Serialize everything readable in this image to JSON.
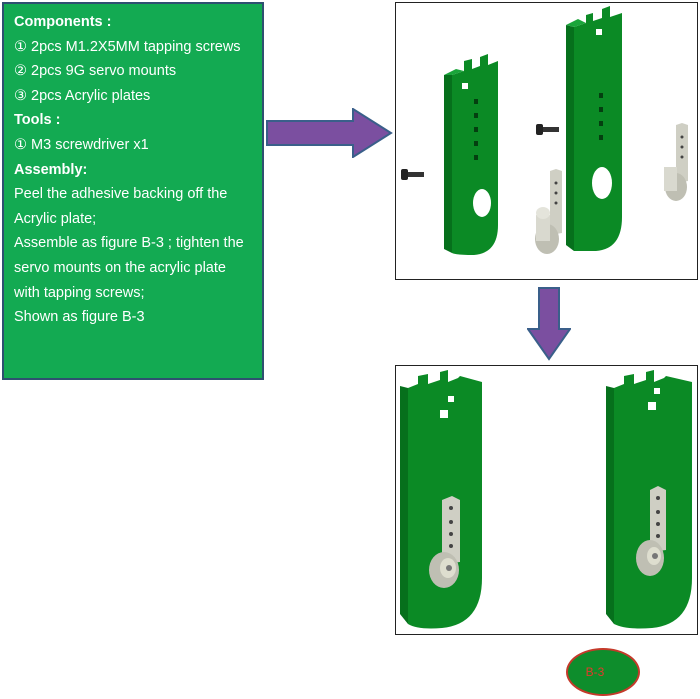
{
  "components_heading": "Components :",
  "components": [
    "①  2pcs M1.2X5MM tapping screws",
    "② 2pcs 9G servo mounts",
    "③ 2pcs Acrylic plates"
  ],
  "tools_heading": "Tools :",
  "tools": [
    "① M3 screwdriver x1"
  ],
  "assembly_heading": "Assembly:",
  "assembly": [
    "Peel the adhesive backing off the Acrylic plate;",
    "Assemble as figure B-3 ; tighten the servo mounts on the acrylic plate with tapping screws;",
    "Shown as figure B-3"
  ],
  "figure_label": "B-3",
  "colors": {
    "box_green": "#13aa52",
    "plate_green": "#0b8a25",
    "arrow_purple": "#7b4fa0",
    "label_text": "#e23a2a"
  }
}
